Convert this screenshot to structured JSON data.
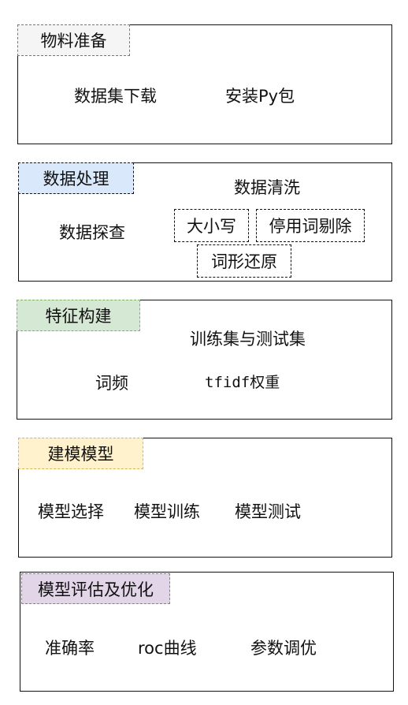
{
  "colors": {
    "stage1_tag": "#f5f5f5",
    "stage2_tag": "#dae8fc",
    "stage3_tag": "#d5e8d4",
    "stage4_tag": "#fff2cc",
    "stage5_tag": "#e1d5e7"
  },
  "stages": [
    {
      "title": "物料准备",
      "items": [
        "数据集下载",
        "安装Py包"
      ]
    },
    {
      "title": "数据处理",
      "items": [
        "数据探查",
        "数据清洗"
      ],
      "subitems": [
        "大小写",
        "停用词剔除",
        "词形还原"
      ]
    },
    {
      "title": "特征构建",
      "items": [
        "训练集与测试集",
        "词频",
        "tfidf权重"
      ]
    },
    {
      "title": "建模模型",
      "items": [
        "模型选择",
        "模型训练",
        "模型测试"
      ]
    },
    {
      "title": "模型评估及优化",
      "items": [
        "准确率",
        "roc曲线",
        "参数调优"
      ]
    }
  ]
}
